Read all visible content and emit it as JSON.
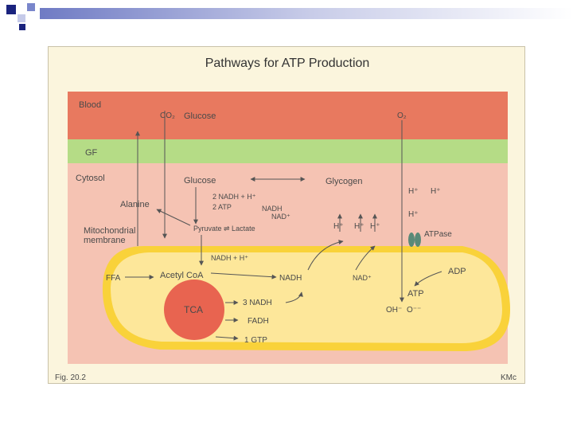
{
  "slide": {
    "title": "Pathways for ATP Production",
    "figure_label": "Fig. 20.2",
    "author": "KMc"
  },
  "regions": {
    "blood": "Blood",
    "gf": "GF",
    "cytosol": "Cytosol",
    "mito_membrane_line1": "Mitochondrial",
    "mito_membrane_line2": "membrane"
  },
  "labels": {
    "co2": "CO₂",
    "glucose_blood": "Glucose",
    "o2": "O₂",
    "glucose": "Glucose",
    "glycogen": "Glycogen",
    "alanine": "Alanine",
    "nadh_h_top": "2 NADH + H⁺",
    "two_atp": "2 ATP",
    "nadh_small": "NADH",
    "nad_small": "NAD⁺",
    "pyruvate_lactate": "Pyruvate ⇌ Lactate",
    "h_plus_1": "H⁺",
    "h_plus_2": "H⁺",
    "h_plus_3": "H⁺",
    "h_plus_4": "H⁺",
    "h_plus_5": "H⁺",
    "h_plus_6": "H⁺",
    "atpase": "ATPase",
    "nadh_h_mito": "NADH + H⁺",
    "ffa": "FFA",
    "acetyl_coa": "Acetyl CoA",
    "nadh_mid": "NADH",
    "nad_mid": "NAD⁺",
    "adp": "ADP",
    "atp": "ATP",
    "oh": "OH⁻",
    "o_minus": "O⁻⁻",
    "tca": "TCA",
    "three_nadh": "3 NADH",
    "fadh": "FADH",
    "one_gtp": "1 GTP"
  },
  "colors": {
    "blood": "#e8795f",
    "gf": "#b5dc86",
    "cytosol": "#f5c3b3",
    "mito_outer": "#f9d23a",
    "mito_inner": "#fde79a",
    "tca": "#e86450",
    "atpase": "#5a8a78"
  }
}
